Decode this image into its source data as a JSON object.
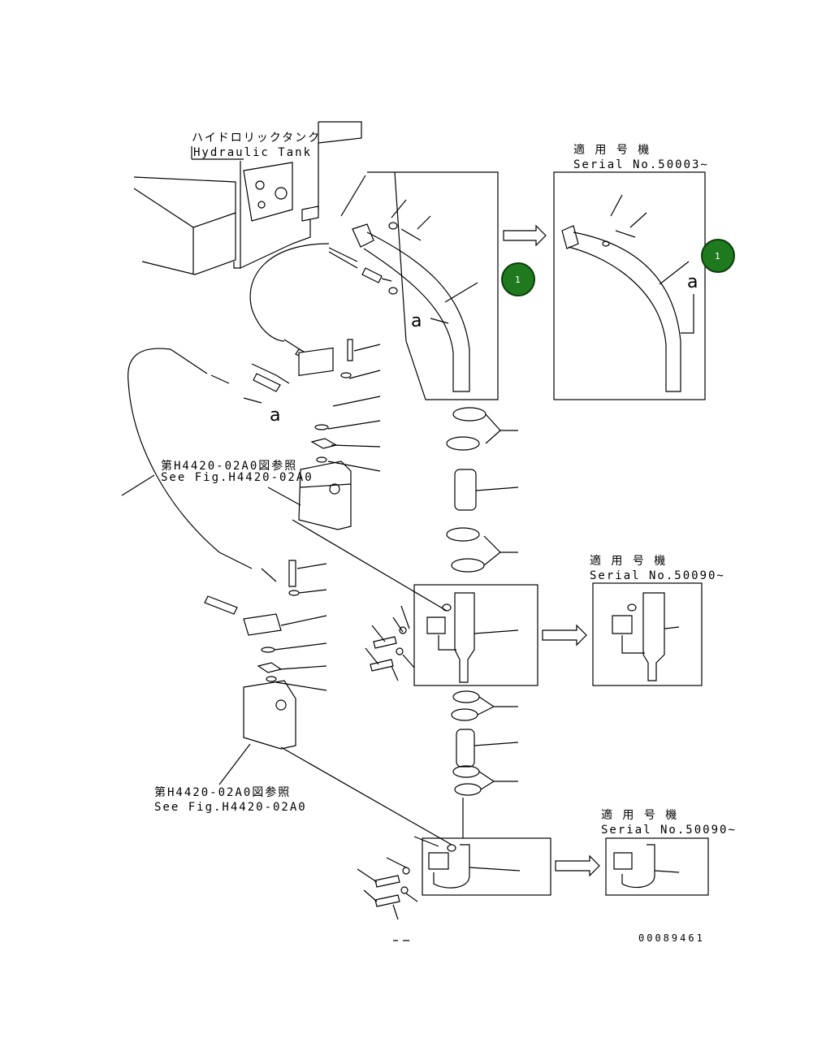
{
  "labels": {
    "tank_jp": "ハイドロリックタンク",
    "tank_en": "Hydraulic Tank",
    "serial_jp": "適 用 号 機",
    "serial_1": "Serial No.50003~",
    "serial_2": "Serial No.50090~",
    "serial_3": "Serial No.50090~",
    "see_fig_jp": "第H4420-02A0図参照",
    "see_fig_en": "See Fig.H4420-02A0",
    "letter_a": "a",
    "doc_number": "00089461"
  },
  "badges": [
    {
      "label": "1",
      "color": "#1f7a1f"
    },
    {
      "label": "1",
      "color": "#1f7a1f"
    }
  ],
  "colors": {
    "line": "#000000",
    "badge_fill": "#1f7a1f",
    "badge_ring": "#0b3d0b"
  }
}
